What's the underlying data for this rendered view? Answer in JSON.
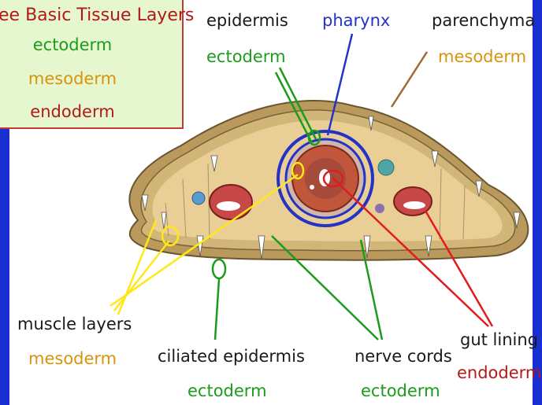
{
  "legend": {
    "title": "ee Basic Tissue Layers",
    "ectoderm": "ectoderm",
    "mesoderm": "mesoderm",
    "endoderm": "endoderm"
  },
  "labels": {
    "epidermis": {
      "name": "epidermis",
      "layer": "ectoderm"
    },
    "pharynx": {
      "name": "pharynx"
    },
    "parenchyma": {
      "name": "parenchyma",
      "layer": "mesoderm"
    },
    "muscle_layers": {
      "name": "muscle layers",
      "layer": "mesoderm"
    },
    "ciliated_epidermis": {
      "name": "ciliated epidermis",
      "layer": "ectoderm"
    },
    "nerve_cords": {
      "name": "nerve cords",
      "layer": "ectoderm"
    },
    "gut_lining": {
      "name": "gut lining",
      "layer": "endoderm"
    }
  },
  "colors": {
    "ectoderm": "#1b9c1b",
    "mesoderm": "#d8940c",
    "endoderm": "#b21a1a",
    "pharynx": "#2432c8",
    "muscle_pointer": "#ffe81a"
  }
}
